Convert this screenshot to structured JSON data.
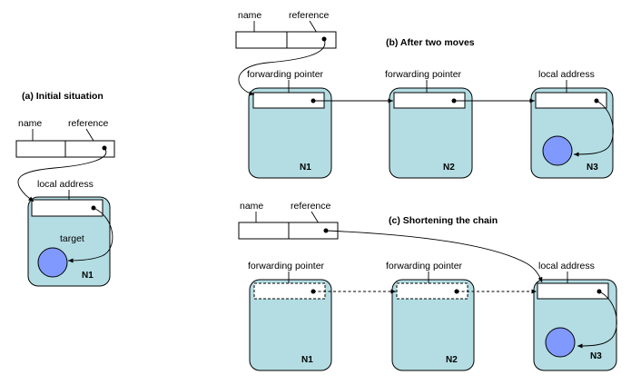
{
  "panel_a": {
    "title": "(a) Initial situation",
    "name_label": "name",
    "reference_label": "reference",
    "slot_label": "local address",
    "target_label": "target",
    "node_label": "N1"
  },
  "panel_b": {
    "title": "(b) After two moves",
    "name_label": "name",
    "reference_label": "reference",
    "slot_labels": [
      "forwarding pointer",
      "forwarding pointer",
      "local address"
    ],
    "node_labels": [
      "N1",
      "N2",
      "N3"
    ]
  },
  "panel_c": {
    "title": "(c) Shortening the chain",
    "name_label": "name",
    "reference_label": "reference",
    "slot_labels": [
      "forwarding pointer",
      "forwarding pointer",
      "local address"
    ],
    "node_labels": [
      "N1",
      "N2",
      "N3"
    ]
  }
}
